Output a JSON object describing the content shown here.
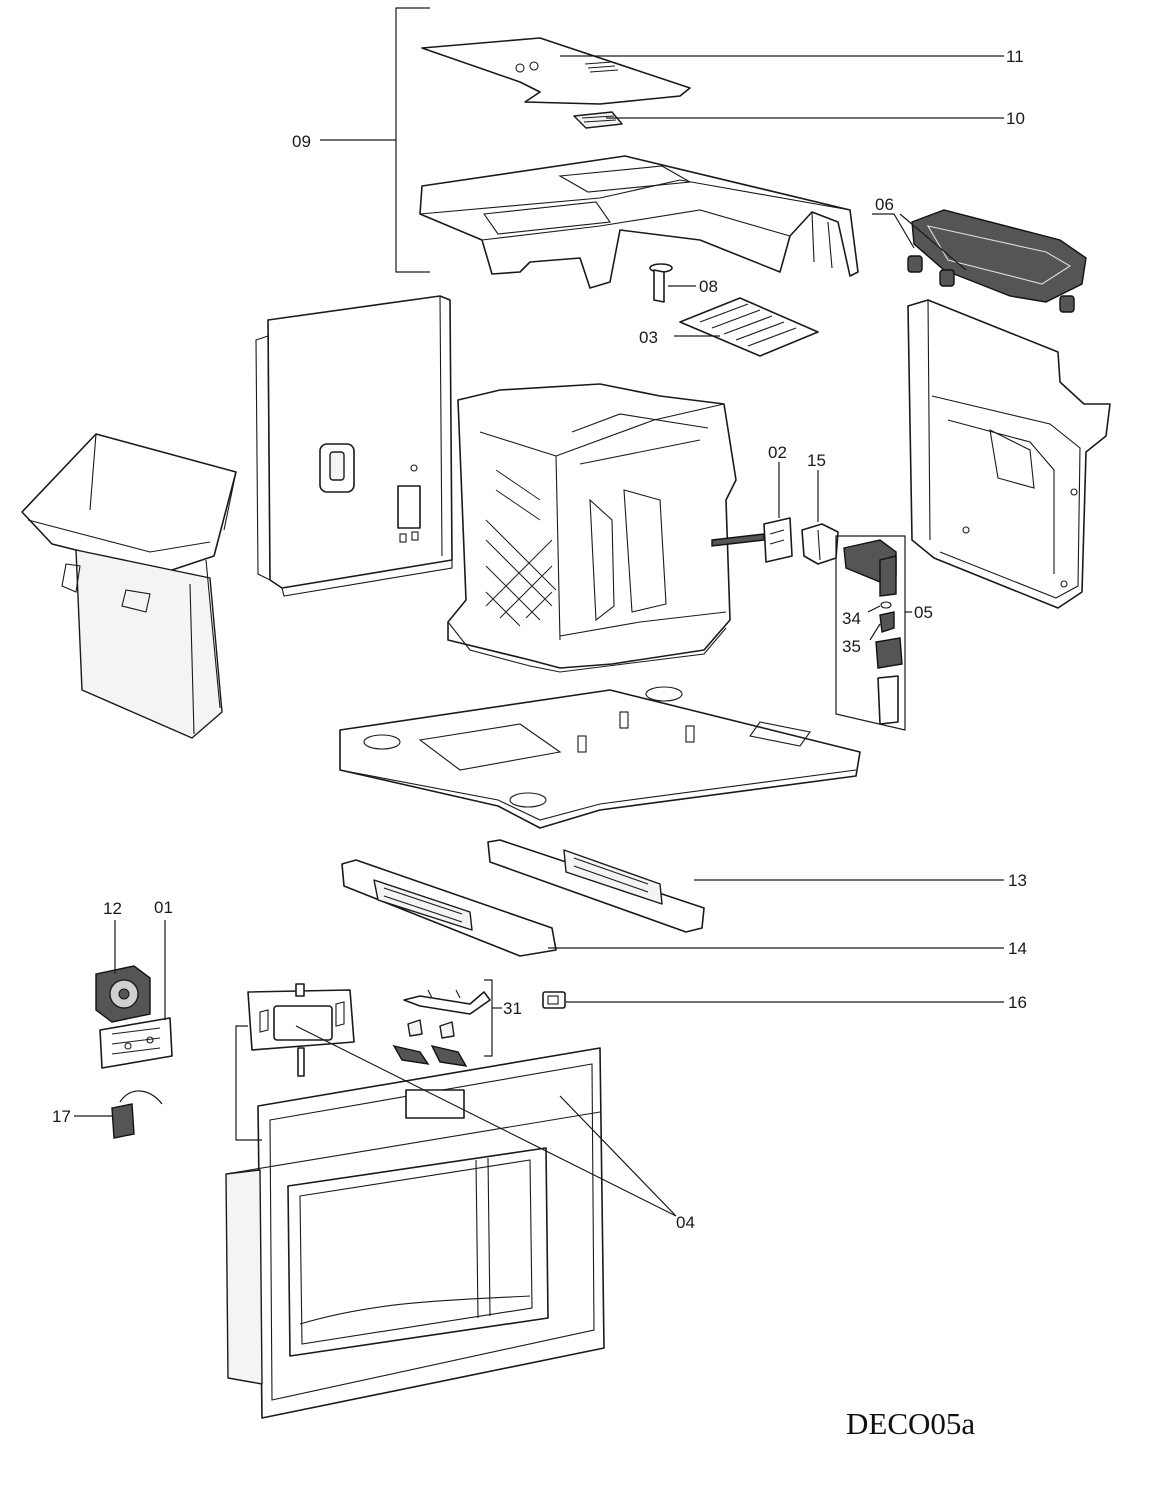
{
  "diagram": {
    "code": "DECO05a",
    "callouts": {
      "c01": "01",
      "c02": "02",
      "c03": "03",
      "c04": "04",
      "c05": "05",
      "c06": "06",
      "c08": "08",
      "c09": "09",
      "c10": "10",
      "c11": "11",
      "c12": "12",
      "c13": "13",
      "c14": "14",
      "c15": "15",
      "c16": "16",
      "c17": "17",
      "c31": "31",
      "c34": "34",
      "c35": "35"
    }
  }
}
